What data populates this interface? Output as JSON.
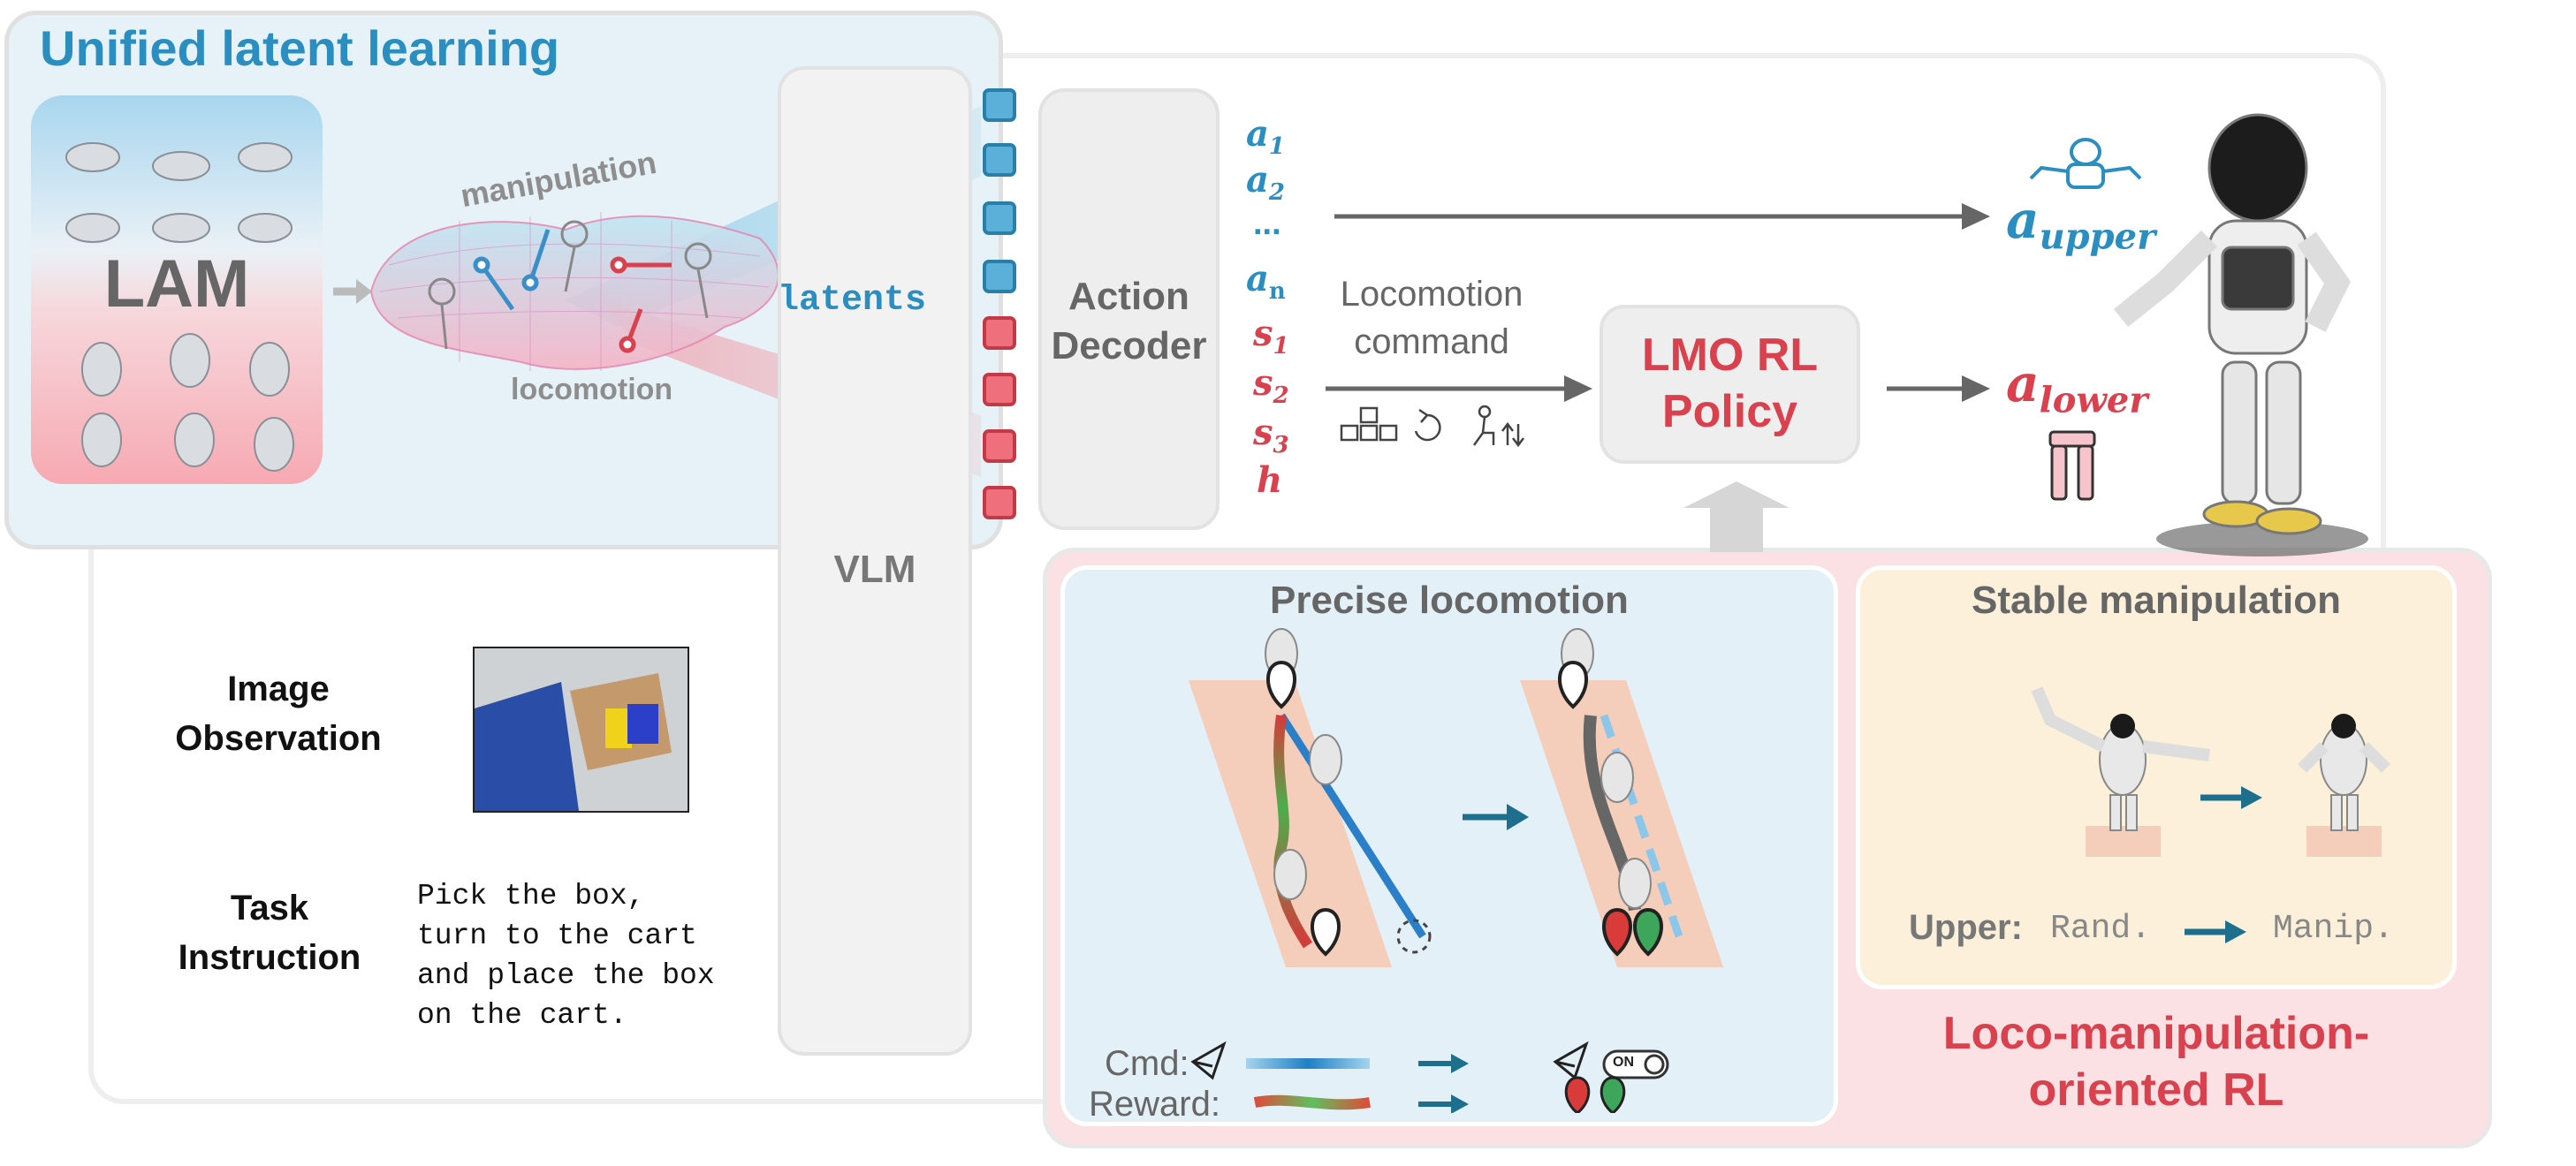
{
  "unified": {
    "title": "Unified latent learning",
    "lam_label": "LAM",
    "manipulation_label": "manipulation",
    "locomotion_label": "locomotion",
    "latents_label": "latents"
  },
  "vlm": {
    "label": "VLM"
  },
  "decoder": {
    "line1": "Action",
    "line2": "Decoder"
  },
  "outputs": {
    "a1": "a",
    "a1_sub": "1",
    "a2": "a",
    "a2_sub": "2",
    "dots": "...",
    "an": "a",
    "an_sub": "n",
    "s1": "s",
    "s1_sub": "1",
    "s2": "s",
    "s2_sub": "2",
    "s3": "s",
    "s3_sub": "3",
    "h": "h"
  },
  "loco_command": {
    "line1": "Locomotion",
    "line2": "command"
  },
  "policy": {
    "line1": "LMO RL",
    "line2": "Policy"
  },
  "actions": {
    "upper": "a",
    "upper_sub": "upper",
    "lower": "a",
    "lower_sub": "lower"
  },
  "inputs": {
    "image_label_1": "Image",
    "image_label_2": "Observation",
    "task_label_1": "Task",
    "task_label_2": "Instruction",
    "instruction_lines": [
      "Pick the box,",
      "turn to the cart",
      "and place the box",
      "on the cart."
    ]
  },
  "rl": {
    "precise_title": "Precise locomotion",
    "stable_title": "Stable manipulation",
    "cmd_label": "Cmd:",
    "reward_label": "Reward:",
    "toggle_text": "ON",
    "upper_label": "Upper:",
    "upper_from": "Rand.",
    "upper_to": "Manip.",
    "section_title_1": "Loco-manipulation-",
    "section_title_2": "oriented RL"
  },
  "colors": {
    "blue_text": "#2a8ec0",
    "red_text": "#d9414e",
    "grey_text": "#777777",
    "blue_panel": "#e5f2f8",
    "pink_panel": "#fbdfe2",
    "yellow_panel": "#fcf1db",
    "arrow": "#666666",
    "teal_arrow": "#1e6f8e"
  }
}
